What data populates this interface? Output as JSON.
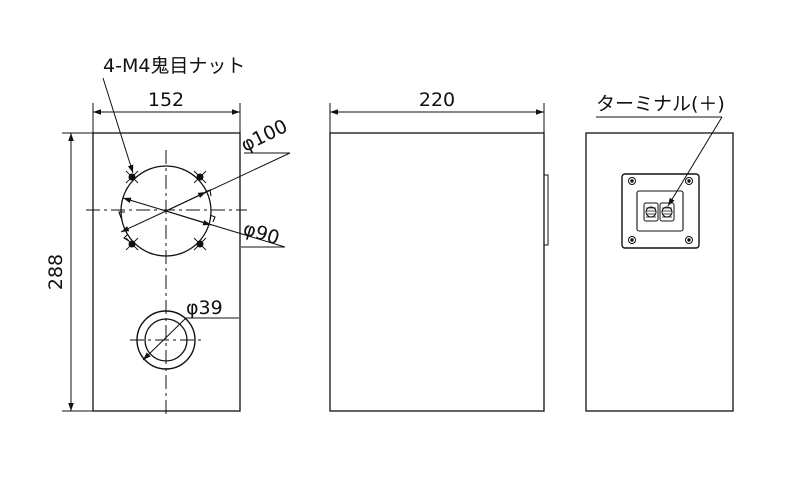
{
  "front_view": {
    "width_label": "152",
    "height_label": "288",
    "nut_label": "4-M4鬼目ナット",
    "driver_cutout_label": "φ100",
    "driver_inner_label": "φ90",
    "port_label": "φ39"
  },
  "side_view": {
    "depth_label": "220"
  },
  "rear_view": {
    "terminal_label": "ターミナル(＋)"
  },
  "colors": {
    "line": "#111111",
    "background": "#ffffff"
  }
}
